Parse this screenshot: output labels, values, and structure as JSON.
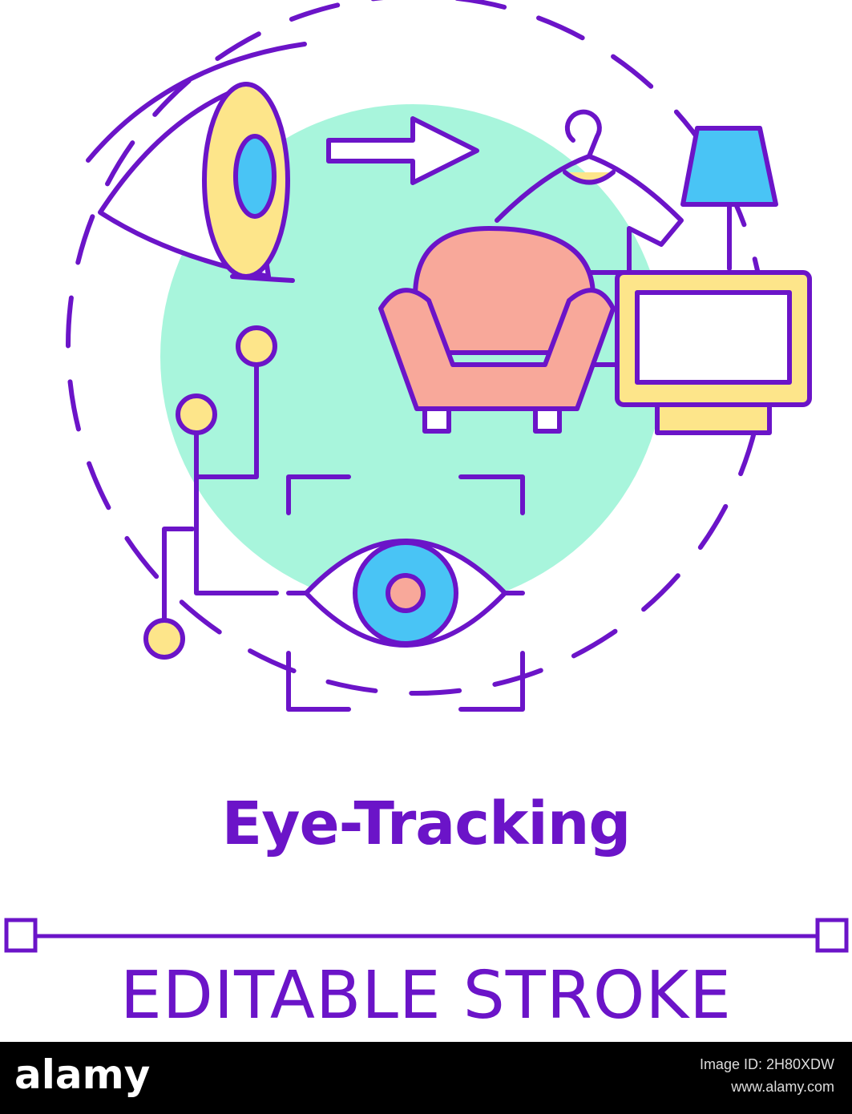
{
  "title": "Eye-Tracking",
  "caption": "EDITABLE STROKE",
  "footer": {
    "logo": "alamy",
    "image_id_label": "Image ID: 2H80XDW",
    "site": "www.alamy.com"
  },
  "colors": {
    "stroke": "#6b14c8",
    "mint": "#a8f5dc",
    "yellow": "#fde58a",
    "blue": "#49c4f5",
    "pink": "#f8a89a"
  },
  "icons": [
    "side-eye-icon",
    "arrow-right-icon",
    "hanger-shirt-icon",
    "lamp-icon",
    "armchair-icon",
    "tv-icon",
    "circuit-icon",
    "focus-eye-icon"
  ]
}
